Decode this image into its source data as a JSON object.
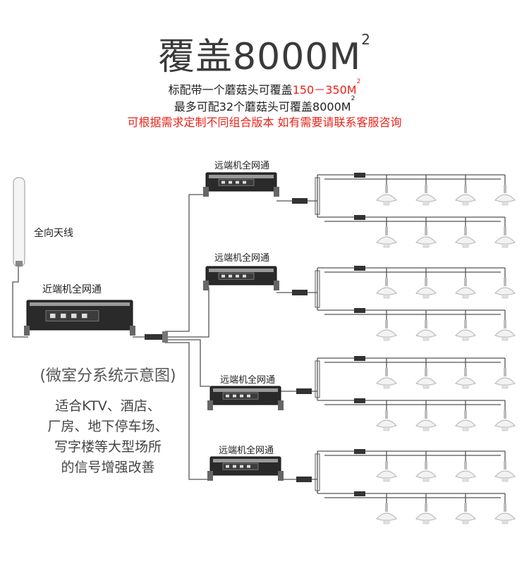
{
  "header": {
    "title": "覆盖8000M",
    "title_sup": "2",
    "line1_prefix": "标配带一个蘑菇头可覆盖",
    "line1_highlight": "150－350M",
    "line1_sup": "2",
    "line2_text": "最多可配32个蘑菇头可覆盖8000M",
    "line2_sup": "2",
    "line3_text": "可根据需求定制不同组合版本 如有需要请联系客服咨询"
  },
  "labels": {
    "antenna": "全向天线",
    "near_unit": "近端机全网通",
    "remote_units": [
      "远端机全网通",
      "远端机全网通",
      "远端机全网通",
      "远端机全网通"
    ]
  },
  "side_text": {
    "caption": "(微室分系统示意图)",
    "lines": [
      "适合KTV、酒店、",
      "厂房、地下停车场、",
      "写字楼等大型场所",
      "的信号增强改善"
    ]
  },
  "colors": {
    "red": "#e8231a",
    "line": "#555555",
    "device": "#2a2a2a"
  }
}
